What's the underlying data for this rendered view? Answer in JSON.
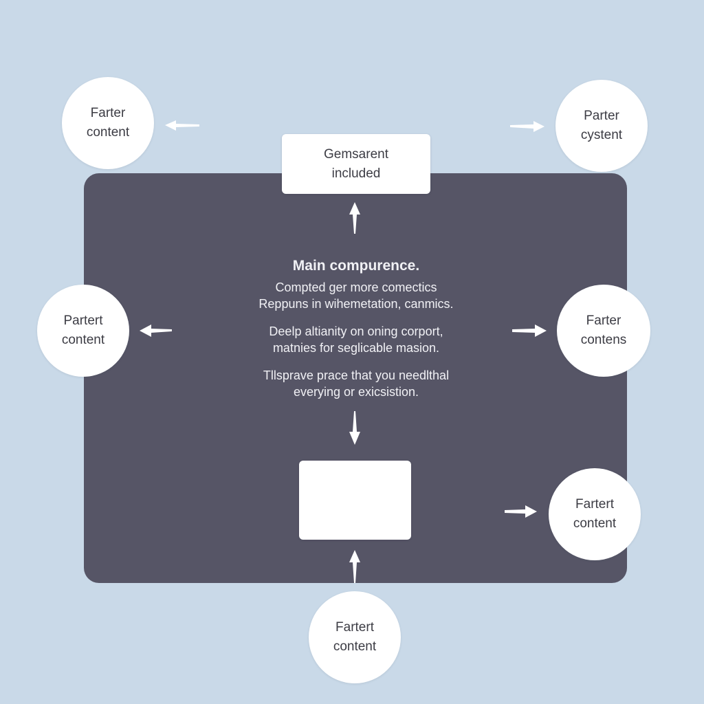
{
  "top_card": {
    "lines": [
      "Gemsarent",
      "included"
    ]
  },
  "main": {
    "title": "Main compurence.",
    "paragraphs": [
      [
        "Compted ger more comectics",
        "Reppuns in wihemetation, canmics."
      ],
      [
        "Deelp altianity on oning corport,",
        "matnies for seglicable masion."
      ],
      [
        "Tllsprave prace that you needlthal",
        "everying or exicsistion."
      ]
    ]
  },
  "nodes": {
    "top_left": [
      "Farter",
      "content"
    ],
    "top_right": [
      "Parter",
      "cystent"
    ],
    "mid_left": [
      "Partert",
      "content"
    ],
    "mid_right": [
      "Farter",
      "contens"
    ],
    "low_right": [
      "Fartert",
      "content"
    ],
    "bottom": [
      "Fartert",
      "content"
    ]
  },
  "colors": {
    "background": "#c9d9e8",
    "panel": "#565566",
    "node_fill": "#ffffff",
    "node_text": "#3c3c44",
    "panel_text": "#f1f1f5"
  }
}
